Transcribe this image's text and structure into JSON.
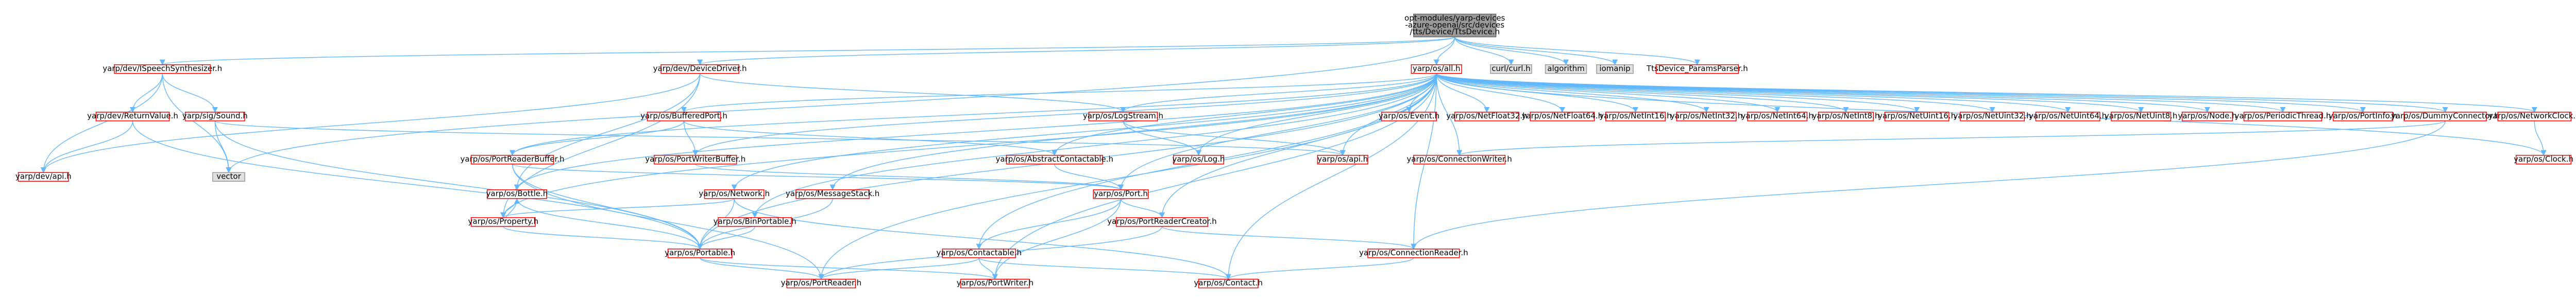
{
  "diagram": {
    "colors": {
      "root_fill": "#999999",
      "node_border": "#ff0000",
      "ext_fill": "#e0e0e0",
      "ext_border": "#999999",
      "edge": "#63b8ff",
      "text": "#000000"
    },
    "nodes": [
      {
        "id": "root",
        "label_lines": [
          "opt-modules/yarp-devices",
          "-azure-openai/src/devices",
          "/tts/Device/TtsDevice.h"
        ],
        "kind": "root"
      },
      {
        "id": "ispeech",
        "label_lines": [
          "yarp/dev/ISpeechSynthesizer.h"
        ],
        "kind": "red"
      },
      {
        "id": "devicedriver",
        "label_lines": [
          "yarp/dev/DeviceDriver.h"
        ],
        "kind": "red"
      },
      {
        "id": "all",
        "label_lines": [
          "yarp/os/all.h"
        ],
        "kind": "red"
      },
      {
        "id": "curl",
        "label_lines": [
          "curl/curl.h"
        ],
        "kind": "ext"
      },
      {
        "id": "algorithm",
        "label_lines": [
          "algorithm"
        ],
        "kind": "ext"
      },
      {
        "id": "iomanip",
        "label_lines": [
          "iomanip"
        ],
        "kind": "ext"
      },
      {
        "id": "ttsparams",
        "label_lines": [
          "TtsDevice_ParamsParser.h"
        ],
        "kind": "red"
      },
      {
        "id": "returnvalue",
        "label_lines": [
          "yarp/dev/ReturnValue.h"
        ],
        "kind": "red"
      },
      {
        "id": "sound",
        "label_lines": [
          "yarp/sig/Sound.h"
        ],
        "kind": "red"
      },
      {
        "id": "api",
        "label_lines": [
          "yarp/dev/api.h"
        ],
        "kind": "red"
      },
      {
        "id": "vector",
        "label_lines": [
          "vector"
        ],
        "kind": "ext"
      },
      {
        "id": "bufferedport",
        "label_lines": [
          "yarp/os/BufferedPort.h"
        ],
        "kind": "red"
      },
      {
        "id": "portreaderbuffer",
        "label_lines": [
          "yarp/os/PortReaderBuffer.h"
        ],
        "kind": "red"
      },
      {
        "id": "portwriterbuffer",
        "label_lines": [
          "yarp/os/PortWriterBuffer.h"
        ],
        "kind": "red"
      },
      {
        "id": "logstream",
        "label_lines": [
          "yarp/os/LogStream.h"
        ],
        "kind": "red"
      },
      {
        "id": "log",
        "label_lines": [
          "yarp/os/Log.h"
        ],
        "kind": "red"
      },
      {
        "id": "osapi",
        "label_lines": [
          "yarp/os/api.h"
        ],
        "kind": "red"
      },
      {
        "id": "abstractcontactable",
        "label_lines": [
          "yarp/os/AbstractContactable.h"
        ],
        "kind": "red"
      },
      {
        "id": "bottle",
        "label_lines": [
          "yarp/os/Bottle.h"
        ],
        "kind": "red"
      },
      {
        "id": "property",
        "label_lines": [
          "yarp/os/Property.h"
        ],
        "kind": "red"
      },
      {
        "id": "network",
        "label_lines": [
          "yarp/os/Network.h"
        ],
        "kind": "red"
      },
      {
        "id": "messagestack",
        "label_lines": [
          "yarp/os/MessageStack.h"
        ],
        "kind": "red"
      },
      {
        "id": "binportable",
        "label_lines": [
          "yarp/os/BinPortable.h"
        ],
        "kind": "red"
      },
      {
        "id": "portable",
        "label_lines": [
          "yarp/os/Portable.h"
        ],
        "kind": "red"
      },
      {
        "id": "port",
        "label_lines": [
          "yarp/os/Port.h"
        ],
        "kind": "red"
      },
      {
        "id": "portreadercreator",
        "label_lines": [
          "yarp/os/PortReaderCreator.h"
        ],
        "kind": "red"
      },
      {
        "id": "contactable",
        "label_lines": [
          "yarp/os/Contactable.h"
        ],
        "kind": "red"
      },
      {
        "id": "portreader",
        "label_lines": [
          "yarp/os/PortReader.h"
        ],
        "kind": "red"
      },
      {
        "id": "portwriter",
        "label_lines": [
          "yarp/os/PortWriter.h"
        ],
        "kind": "red"
      },
      {
        "id": "contact",
        "label_lines": [
          "yarp/os/Contact.h"
        ],
        "kind": "red"
      },
      {
        "id": "connectionreader",
        "label_lines": [
          "yarp/os/ConnectionReader.h"
        ],
        "kind": "red"
      },
      {
        "id": "connectionwriter",
        "label_lines": [
          "yarp/os/ConnectionWriter.h"
        ],
        "kind": "red"
      },
      {
        "id": "event",
        "label_lines": [
          "yarp/os/Event.h"
        ],
        "kind": "red"
      },
      {
        "id": "netfloat32",
        "label_lines": [
          "yarp/os/NetFloat32.h"
        ],
        "kind": "red"
      },
      {
        "id": "netfloat64",
        "label_lines": [
          "yarp/os/NetFloat64.h"
        ],
        "kind": "red"
      },
      {
        "id": "netint16",
        "label_lines": [
          "yarp/os/NetInt16.h"
        ],
        "kind": "red"
      },
      {
        "id": "netint32",
        "label_lines": [
          "yarp/os/NetInt32.h"
        ],
        "kind": "red"
      },
      {
        "id": "netint64",
        "label_lines": [
          "yarp/os/NetInt64.h"
        ],
        "kind": "red"
      },
      {
        "id": "netint8",
        "label_lines": [
          "yarp/os/NetInt8.h"
        ],
        "kind": "red"
      },
      {
        "id": "netuint16",
        "label_lines": [
          "yarp/os/NetUint16.h"
        ],
        "kind": "red"
      },
      {
        "id": "netuint32",
        "label_lines": [
          "yarp/os/NetUint32.h"
        ],
        "kind": "red"
      },
      {
        "id": "netuint64",
        "label_lines": [
          "yarp/os/NetUint64.h"
        ],
        "kind": "red"
      },
      {
        "id": "netuint8",
        "label_lines": [
          "yarp/os/NetUint8.h"
        ],
        "kind": "red"
      },
      {
        "id": "node",
        "label_lines": [
          "yarp/os/Node.h"
        ],
        "kind": "red"
      },
      {
        "id": "periodicthread",
        "label_lines": [
          "yarp/os/PeriodicThread.h"
        ],
        "kind": "red"
      },
      {
        "id": "portinfo",
        "label_lines": [
          "yarp/os/PortInfo.h"
        ],
        "kind": "red"
      },
      {
        "id": "dummyconnector",
        "label_lines": [
          "yarp/os/DummyConnector.h"
        ],
        "kind": "red"
      },
      {
        "id": "networkclock",
        "label_lines": [
          "yarp/os/NetworkClock.h"
        ],
        "kind": "red"
      },
      {
        "id": "clock",
        "label_lines": [
          "yarp/os/Clock.h"
        ],
        "kind": "red"
      }
    ],
    "edges": [
      [
        "root",
        "ispeech"
      ],
      [
        "root",
        "devicedriver"
      ],
      [
        "root",
        "all"
      ],
      [
        "root",
        "curl"
      ],
      [
        "root",
        "algorithm"
      ],
      [
        "root",
        "iomanip"
      ],
      [
        "root",
        "ttsparams"
      ],
      [
        "root",
        "vector"
      ],
      [
        "ispeech",
        "returnvalue"
      ],
      [
        "ispeech",
        "sound"
      ],
      [
        "ispeech",
        "api"
      ],
      [
        "ispeech",
        "vector"
      ],
      [
        "returnvalue",
        "api"
      ],
      [
        "returnvalue",
        "portable"
      ],
      [
        "sound",
        "vector"
      ],
      [
        "sound",
        "portable"
      ],
      [
        "sound",
        "osapi"
      ],
      [
        "devicedriver",
        "api"
      ],
      [
        "devicedriver",
        "property"
      ],
      [
        "devicedriver",
        "bottle"
      ],
      [
        "devicedriver",
        "logstream"
      ],
      [
        "all",
        "bufferedport"
      ],
      [
        "all",
        "logstream"
      ],
      [
        "all",
        "abstractcontactable"
      ],
      [
        "all",
        "bottle"
      ],
      [
        "all",
        "network"
      ],
      [
        "all",
        "messagestack"
      ],
      [
        "all",
        "binportable"
      ],
      [
        "all",
        "port"
      ],
      [
        "all",
        "property"
      ],
      [
        "all",
        "portable"
      ],
      [
        "all",
        "portreadercreator"
      ],
      [
        "all",
        "contactable"
      ],
      [
        "all",
        "portreader"
      ],
      [
        "all",
        "portwriter"
      ],
      [
        "all",
        "contact"
      ],
      [
        "all",
        "connectionreader"
      ],
      [
        "all",
        "connectionwriter"
      ],
      [
        "all",
        "log"
      ],
      [
        "all",
        "osapi"
      ],
      [
        "all",
        "event"
      ],
      [
        "all",
        "netfloat32"
      ],
      [
        "all",
        "netfloat64"
      ],
      [
        "all",
        "netint16"
      ],
      [
        "all",
        "netint32"
      ],
      [
        "all",
        "netint64"
      ],
      [
        "all",
        "netint8"
      ],
      [
        "all",
        "netuint16"
      ],
      [
        "all",
        "netuint32"
      ],
      [
        "all",
        "netuint64"
      ],
      [
        "all",
        "netuint8"
      ],
      [
        "all",
        "node"
      ],
      [
        "all",
        "periodicthread"
      ],
      [
        "all",
        "portinfo"
      ],
      [
        "all",
        "dummyconnector"
      ],
      [
        "all",
        "networkclock"
      ],
      [
        "all",
        "clock"
      ],
      [
        "all",
        "portreaderbuffer"
      ],
      [
        "all",
        "portwriterbuffer"
      ],
      [
        "bufferedport",
        "portreaderbuffer"
      ],
      [
        "bufferedport",
        "portwriterbuffer"
      ],
      [
        "bufferedport",
        "abstractcontactable"
      ],
      [
        "portreaderbuffer",
        "port"
      ],
      [
        "portreaderbuffer",
        "portreader"
      ],
      [
        "portreaderbuffer",
        "portable"
      ],
      [
        "portwriterbuffer",
        "port"
      ],
      [
        "logstream",
        "log"
      ],
      [
        "logstream",
        "osapi"
      ],
      [
        "abstractcontactable",
        "port"
      ],
      [
        "bottle",
        "portable"
      ],
      [
        "bottle",
        "property"
      ],
      [
        "property",
        "bottle"
      ],
      [
        "property",
        "portable"
      ],
      [
        "network",
        "portable"
      ],
      [
        "network",
        "contact"
      ],
      [
        "network",
        "property"
      ],
      [
        "messagestack",
        "portable"
      ],
      [
        "binportable",
        "portable"
      ],
      [
        "port",
        "portreadercreator"
      ],
      [
        "port",
        "contactable"
      ],
      [
        "port",
        "portwriter"
      ],
      [
        "portreadercreator",
        "connectionreader"
      ],
      [
        "portreadercreator",
        "portreader"
      ],
      [
        "contactable",
        "portreader"
      ],
      [
        "contactable",
        "portwriter"
      ],
      [
        "contactable",
        "contact"
      ],
      [
        "portable",
        "portreader"
      ],
      [
        "portable",
        "portwriter"
      ],
      [
        "connectionreader",
        "contact"
      ],
      [
        "dummyconnector",
        "connectionreader"
      ],
      [
        "dummyconnector",
        "connectionwriter"
      ],
      [
        "networkclock",
        "clock"
      ]
    ]
  }
}
